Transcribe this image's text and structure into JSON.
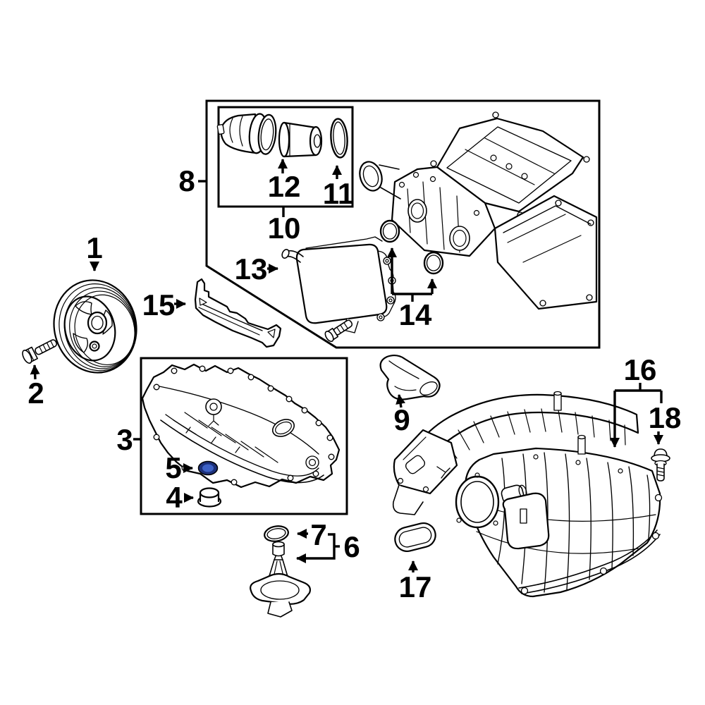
{
  "diagram": {
    "type": "exploded-parts-diagram",
    "background": "#ffffff",
    "line_color": "#000000",
    "highlight": {
      "ring_color": "#1c3079",
      "fill_color": "#3e62c6"
    },
    "labels": {
      "p1": "1",
      "p2": "2",
      "p3": "3",
      "p4": "4",
      "p5": "5",
      "p6": "6",
      "p7": "7",
      "p8": "8",
      "p9": "9",
      "p10": "10",
      "p11": "11",
      "p12": "12",
      "p13": "13",
      "p14": "14",
      "p15": "15",
      "p16": "16",
      "p17": "17",
      "p18": "18"
    }
  }
}
